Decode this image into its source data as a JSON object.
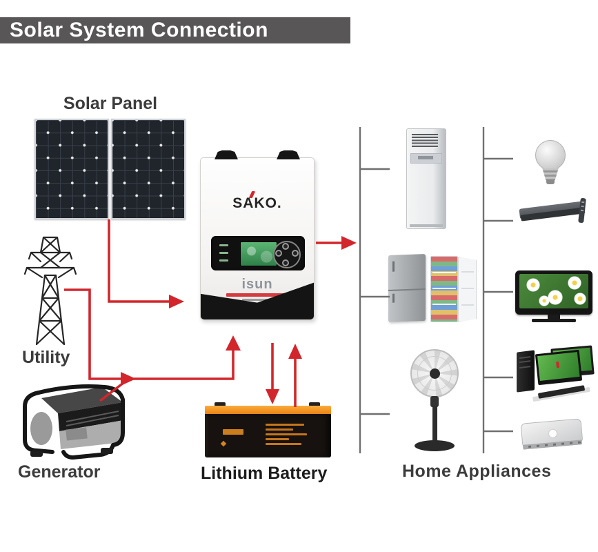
{
  "title": "Solar System Connection",
  "colors": {
    "title_bar": "#595657",
    "accent_red": "#d2262c",
    "connector_gray": "#6f6f6f",
    "battery_orange": "#f29422",
    "panel_dark": "#20242b"
  },
  "nodes": {
    "solar_panel": {
      "label": "Solar Panel"
    },
    "utility": {
      "label": "Utility"
    },
    "generator": {
      "label": "Generator"
    },
    "inverter": {
      "brand": "SAKO.",
      "model": "isun"
    },
    "battery": {
      "label": "Lithium Battery"
    },
    "appliances": {
      "label": "Home Appliances",
      "items": [
        {
          "name": "air-conditioner"
        },
        {
          "name": "refrigerator"
        },
        {
          "name": "stand-fan"
        },
        {
          "name": "led-bulb"
        },
        {
          "name": "set-top-box"
        },
        {
          "name": "television"
        },
        {
          "name": "desktop-computer"
        },
        {
          "name": "laptop"
        }
      ]
    }
  },
  "connections": [
    {
      "from": "solar-panel",
      "to": "inverter"
    },
    {
      "from": "utility",
      "to": "inverter"
    },
    {
      "from": "generator",
      "to": "inverter"
    },
    {
      "from": "inverter",
      "to": "battery",
      "bidirectional": true
    },
    {
      "from": "inverter",
      "to": "home-appliances"
    }
  ]
}
